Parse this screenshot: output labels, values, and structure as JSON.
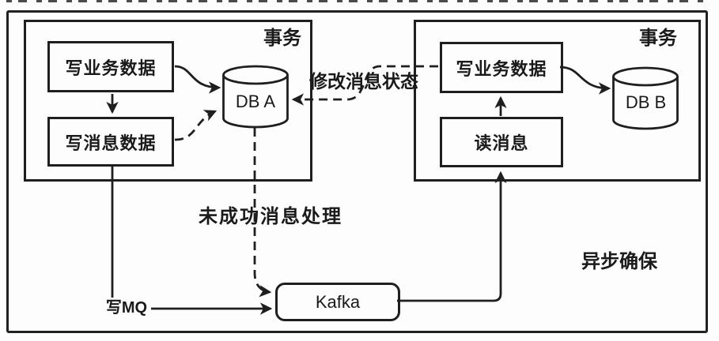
{
  "canvas": {
    "background": "#fdfdfd",
    "line_color": "#1f1f1f"
  },
  "left_transaction": {
    "label": "事务",
    "write_business": "写业务数据",
    "write_message": "写消息数据",
    "database": "DB A"
  },
  "right_transaction": {
    "label": "事务",
    "write_business": "写业务数据",
    "read_message": "读消息",
    "database": "DB B"
  },
  "queue": {
    "label": "Kafka"
  },
  "annotations": {
    "modify_message_status": "修改消息状态",
    "unsuccessful_message_handling": "未成功消息处理",
    "write_mq": "写MQ",
    "async_ensure": "异步确保"
  }
}
